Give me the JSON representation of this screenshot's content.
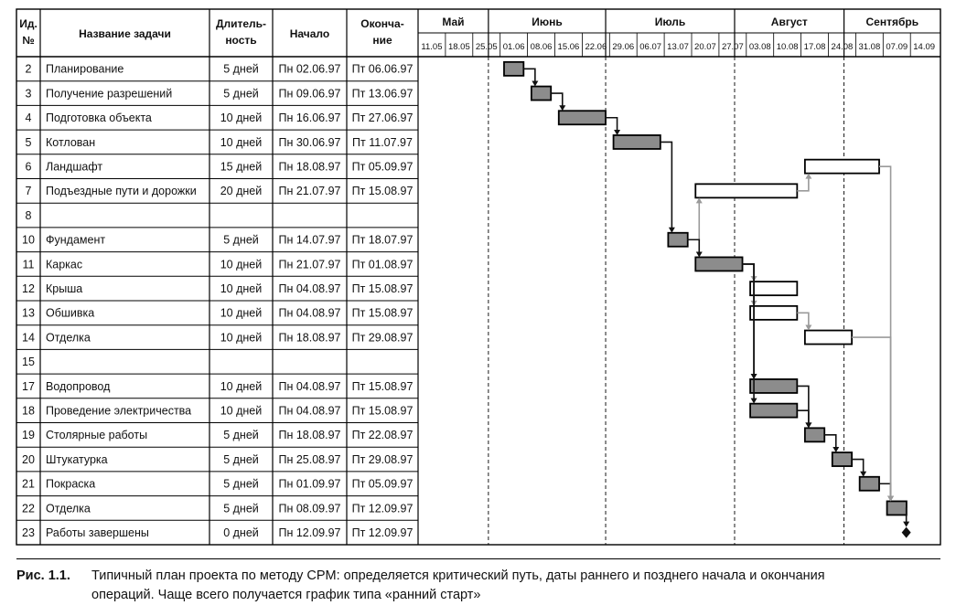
{
  "table": {
    "headers": {
      "id": "Ид. №",
      "name": "Название задачи",
      "duration": "Длитель- ность",
      "start": "Начало",
      "finish": "Оконча- ние"
    }
  },
  "chart_data": {
    "type": "gantt",
    "timeline": {
      "months": [
        "Май",
        "Июнь",
        "Июль",
        "Август",
        "Сентябрь"
      ],
      "weeks": [
        "11.05",
        "18.05",
        "25.05",
        "01.06",
        "08.06",
        "15.06",
        "22.06",
        "29.06",
        "06.07",
        "13.07",
        "20.07",
        "27.07",
        "03.08",
        "10.08",
        "17.08",
        "24.08",
        "31.08",
        "07.09",
        "14.09"
      ]
    },
    "tasks": [
      {
        "id": "2",
        "name": "Планирование",
        "duration": "5 дней",
        "start": "Пн 02.06.97",
        "finish": "Пт 06.06.97",
        "critical": true
      },
      {
        "id": "3",
        "name": "Получение разрешений",
        "duration": "5 дней",
        "start": "Пн 09.06.97",
        "finish": "Пт 13.06.97",
        "critical": true
      },
      {
        "id": "4",
        "name": "Подготовка объекта",
        "duration": "10 дней",
        "start": "Пн 16.06.97",
        "finish": "Пт 27.06.97",
        "critical": true
      },
      {
        "id": "5",
        "name": "Котлован",
        "duration": "10 дней",
        "start": "Пн 30.06.97",
        "finish": "Пт 11.07.97",
        "critical": true
      },
      {
        "id": "6",
        "name": "Ландшафт",
        "duration": "15 дней",
        "start": "Пн 18.08.97",
        "finish": "Пт 05.09.97",
        "critical": false
      },
      {
        "id": "7",
        "name": "Подъездные пути и дорожки",
        "duration": "20 дней",
        "start": "Пн 21.07.97",
        "finish": "Пт 15.08.97",
        "critical": false
      },
      {
        "id": "8",
        "name": "",
        "duration": "",
        "start": "",
        "finish": "",
        "critical": false
      },
      {
        "id": "10",
        "name": "Фундамент",
        "duration": "5 дней",
        "start": "Пн 14.07.97",
        "finish": "Пт 18.07.97",
        "critical": true
      },
      {
        "id": "11",
        "name": "Каркас",
        "duration": "10 дней",
        "start": "Пн 21.07.97",
        "finish": "Пт 01.08.97",
        "critical": true
      },
      {
        "id": "12",
        "name": "Крыша",
        "duration": "10 дней",
        "start": "Пн 04.08.97",
        "finish": "Пт 15.08.97",
        "critical": false
      },
      {
        "id": "13",
        "name": "Обшивка",
        "duration": "10 дней",
        "start": "Пн 04.08.97",
        "finish": "Пт 15.08.97",
        "critical": false
      },
      {
        "id": "14",
        "name": "Отделка",
        "duration": "10 дней",
        "start": "Пн 18.08.97",
        "finish": "Пт 29.08.97",
        "critical": false
      },
      {
        "id": "15",
        "name": "",
        "duration": "",
        "start": "",
        "finish": "",
        "critical": false
      },
      {
        "id": "17",
        "name": "Водопровод",
        "duration": "10 дней",
        "start": "Пн 04.08.97",
        "finish": "Пт 15.08.97",
        "critical": true
      },
      {
        "id": "18",
        "name": "Проведение электричества",
        "duration": "10 дней",
        "start": "Пн 04.08.97",
        "finish": "Пт 15.08.97",
        "critical": true
      },
      {
        "id": "19",
        "name": "Столярные работы",
        "duration": "5 дней",
        "start": "Пн 18.08.97",
        "finish": "Пт 22.08.97",
        "critical": true
      },
      {
        "id": "20",
        "name": "Штукатурка",
        "duration": "5 дней",
        "start": "Пн 25.08.97",
        "finish": "Пт 29.08.97",
        "critical": true
      },
      {
        "id": "21",
        "name": "Покраска",
        "duration": "5 дней",
        "start": "Пн 01.09.97",
        "finish": "Пт 05.09.97",
        "critical": true
      },
      {
        "id": "22",
        "name": "Отделка",
        "duration": "5 дней",
        "start": "Пн 08.09.97",
        "finish": "Пт 12.09.97",
        "critical": true
      },
      {
        "id": "23",
        "name": "Работы завершены",
        "duration": "0 дней",
        "start": "Пн 12.09.97",
        "finish": "Пт 12.09.97",
        "critical": true,
        "milestone": true
      }
    ],
    "dependencies": [
      [
        "2",
        "3"
      ],
      [
        "3",
        "4"
      ],
      [
        "4",
        "5"
      ],
      [
        "5",
        "10"
      ],
      [
        "10",
        "7"
      ],
      [
        "10",
        "11"
      ],
      [
        "7",
        "6"
      ],
      [
        "11",
        "12"
      ],
      [
        "11",
        "13"
      ],
      [
        "13",
        "14"
      ],
      [
        "11",
        "17"
      ],
      [
        "11",
        "18"
      ],
      [
        "17",
        "19"
      ],
      [
        "18",
        "19"
      ],
      [
        "19",
        "20"
      ],
      [
        "20",
        "21"
      ],
      [
        "21",
        "22"
      ],
      [
        "22",
        "23"
      ],
      [
        "6",
        "22"
      ],
      [
        "14",
        "22"
      ]
    ],
    "colors": {
      "critical_fill": "#8c8c8c",
      "normal_fill": "#ffffff",
      "critical_link": "#111111",
      "slack_link": "#9a9a9a"
    }
  },
  "caption": {
    "label": "Рис. 1.1.",
    "line1": "Типичный план проекта по методу CPM: определяется критический путь, даты раннего и позднего начала и окончания",
    "line2": "операций. Чаще всего получается график типа «ранний старт»"
  }
}
